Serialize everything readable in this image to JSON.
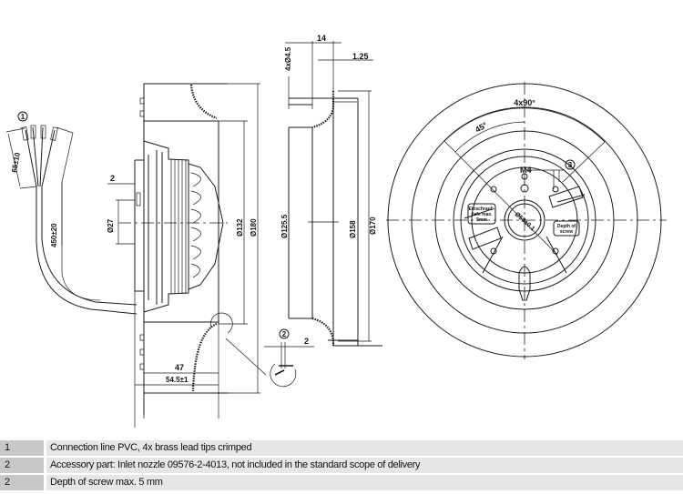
{
  "drawing": {
    "title": "Centrifugal fan dimensional drawing",
    "side_view": {
      "callout_1": "1",
      "lead_tips_length": "65±10",
      "cable_length": "450±20",
      "hub_offset": "2",
      "hub_diameter": "Ø27",
      "motor_diameter": "Ø132",
      "impeller_diameter": "Ø180",
      "length_1": "47",
      "length_2": "54.5±1"
    },
    "nozzle_view": {
      "hole_label": "4xØ4.5",
      "depth": "14",
      "wall": "1.25",
      "inner_diameter": "Ø125.5",
      "bolt_circle": "Ø158",
      "outer_diameter": "Ø170",
      "callout_2": "2",
      "gap": "2"
    },
    "front_view": {
      "angle_pattern": "4x90°",
      "angle_offset": "45°",
      "thread": "M4",
      "callout_3": "3",
      "center_bore": "Ø58±0.1",
      "label_german": [
        "Einschraub-",
        "tiefe max.",
        "5mm"
      ],
      "label_english": [
        "Depth of",
        "screw"
      ]
    }
  },
  "notes": [
    {
      "num": "1",
      "text": "Connection line PVC, 4x brass lead tips crimped"
    },
    {
      "num": "2",
      "text": "Accessory part: Inlet nozzle 09576-2-4013, not included in the standard scope of delivery"
    },
    {
      "num": "2",
      "text": "Depth of screw max. 5 mm"
    }
  ]
}
